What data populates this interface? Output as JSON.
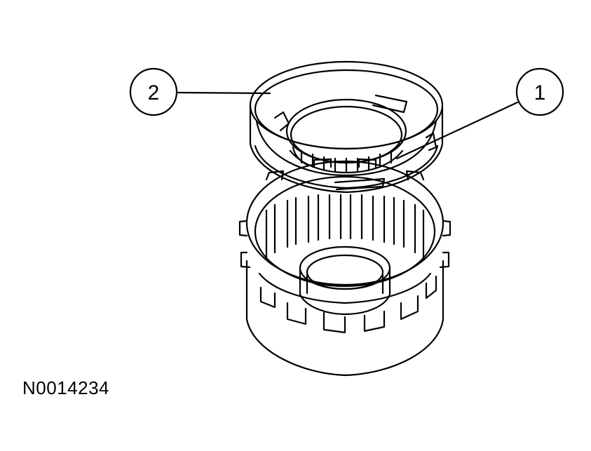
{
  "diagram": {
    "callouts": [
      {
        "number": "1",
        "target": "bearing-inner-race"
      },
      {
        "number": "2",
        "target": "thrust-bearing-outer-ring"
      }
    ],
    "reference_code": "N0014234",
    "colors": {
      "line": "#000000",
      "background": "#ffffff"
    }
  }
}
